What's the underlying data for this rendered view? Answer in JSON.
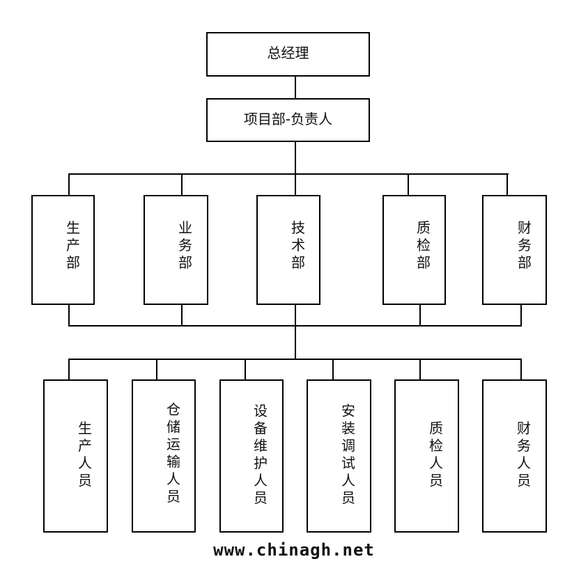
{
  "top": {
    "label": "总经理"
  },
  "second": {
    "label": "项目部-负责人"
  },
  "departments": [
    {
      "label": "生产部"
    },
    {
      "label": "业务部"
    },
    {
      "label": "技术部"
    },
    {
      "label": "质检部"
    },
    {
      "label": "财务部"
    }
  ],
  "staff": [
    {
      "label": "生产人员"
    },
    {
      "label": "仓储运输人员"
    },
    {
      "label": "设备维护人员"
    },
    {
      "label": "安装调试人员"
    },
    {
      "label": "质检人员"
    },
    {
      "label": "财务人员"
    }
  ],
  "watermark": "www.chinagh.net"
}
